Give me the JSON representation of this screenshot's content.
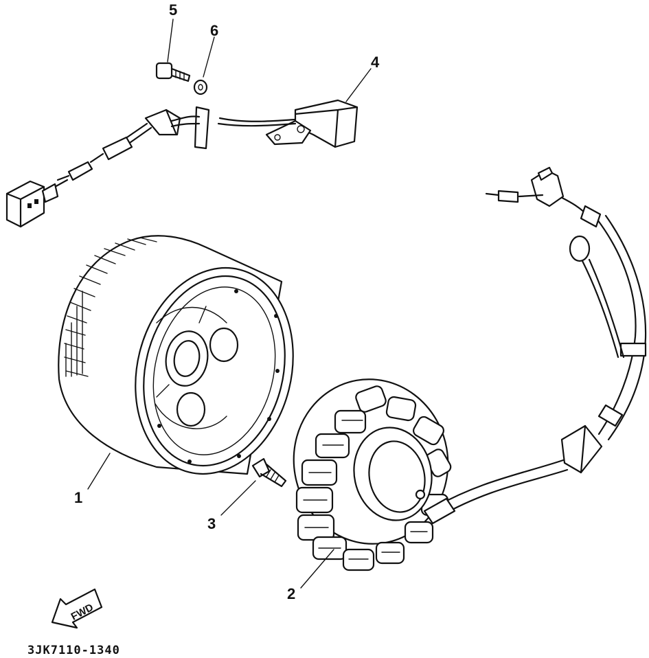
{
  "callouts": {
    "c1": "1",
    "c2": "2",
    "c3": "3",
    "c4": "4",
    "c5": "5",
    "c6": "6"
  },
  "fwd_label": "FWD",
  "diagram_code": "3JK7110-1340"
}
